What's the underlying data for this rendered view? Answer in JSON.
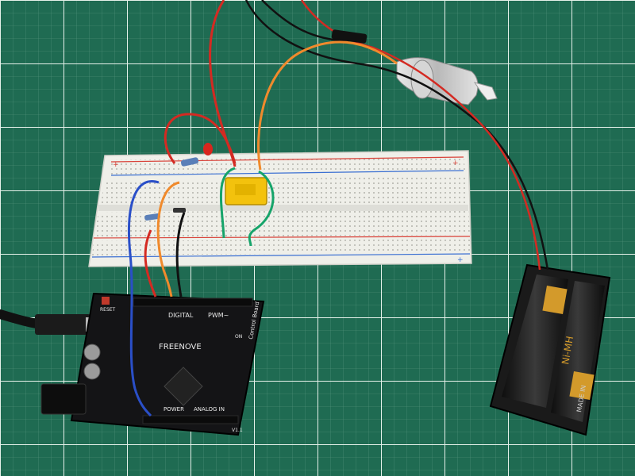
{
  "board": {
    "brand": "FREENOVE",
    "name": "Control Board",
    "digital": "DIGITAL",
    "pwm": "PWM~",
    "power": "POWER",
    "analog": "ANALOG IN",
    "reset": "RESET",
    "on": "ON",
    "version": "V1.1"
  },
  "battery": {
    "chemistry": "Ni-MH",
    "made_in": "MADE IN"
  },
  "colors": {
    "mat": "#1f6b52",
    "grid": "#d9e8df",
    "breadboard": "#eeeeea",
    "wire_red": "#d42a22",
    "wire_orange": "#f08a2c",
    "wire_green": "#16a46a",
    "wire_blue": "#2a4fc8",
    "wire_black": "#111111",
    "relay": "#f3c20d",
    "board": "#121214"
  }
}
